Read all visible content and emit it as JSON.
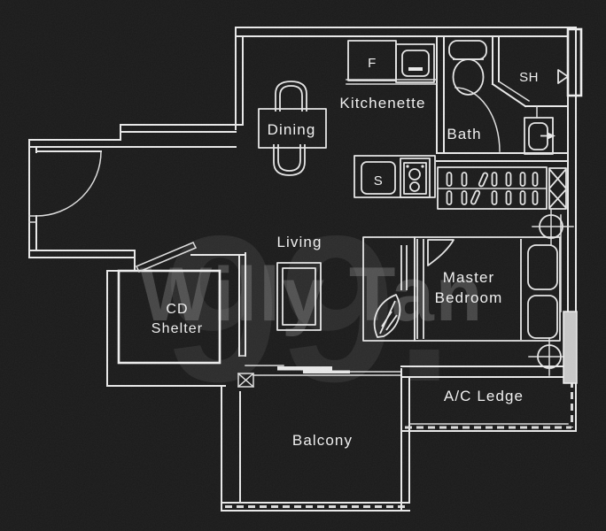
{
  "plan": {
    "rooms": {
      "dining": "Dining",
      "kitchenette": "Kitchenette",
      "bath": "Bath",
      "shower": "SH",
      "living": "Living",
      "master_line1": "Master",
      "master_line2": "Bedroom",
      "shelter_line1": "CD",
      "shelter_line2": "Shelter",
      "balcony": "Balcony",
      "ac_ledge": "A/C Ledge"
    },
    "fixtures": {
      "fridge": "F",
      "sink": "S"
    },
    "watermark": {
      "agent_name": "Willy Tan",
      "logo_digits": "99."
    },
    "colors": {
      "background": "#1a1a1a",
      "line": "#e9e9e9",
      "text": "#f1f1f1",
      "watermark": "#b9b9b9"
    }
  }
}
